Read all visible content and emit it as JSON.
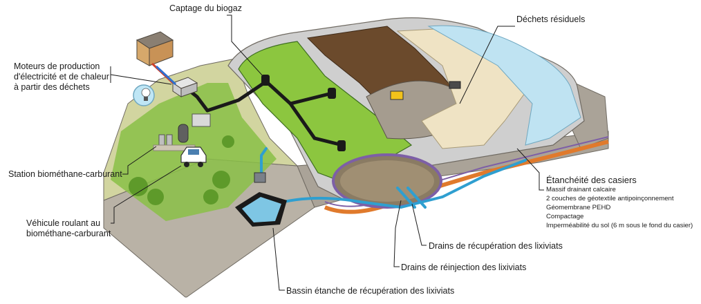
{
  "labels": {
    "captage": "Captage du biogaz",
    "dechets": "Déchets résiduels",
    "moteurs_1": "Moteurs de production",
    "moteurs_2": "d'électricité et de chaleur",
    "moteurs_3": "à partir des déchets",
    "station": "Station biométhane-carburant",
    "vehicule_1": "Véhicule roulant au",
    "vehicule_2": "biométhane-carburant",
    "etancheite_title": "Étanchéité des casiers",
    "etancheite_items": [
      "Massif drainant calcaire",
      "2 couches de géotextile antipoinçonnement",
      "Géomembrane PEHD",
      "Compactage",
      "Imperméabilité du sol (6 m sous le fond du casier)"
    ],
    "drains_recup": "Drains de récupération des lixiviats",
    "drains_reinj": "Drains de réinjection des lixiviats",
    "bassin": "Bassin étanche de récupération des lixiviats"
  },
  "colors": {
    "grass": "#8cc63f",
    "grass_dark": "#5e9a2a",
    "soil": "#b7b0a3",
    "soil_dark": "#8c857a",
    "waste_brown": "#6b4a2c",
    "sand": "#efe3c4",
    "water": "#bfe3f2",
    "pipe_blue": "#2f9fd0",
    "liner_orange": "#e07a2c",
    "liner_purple": "#7d5fa6"
  }
}
